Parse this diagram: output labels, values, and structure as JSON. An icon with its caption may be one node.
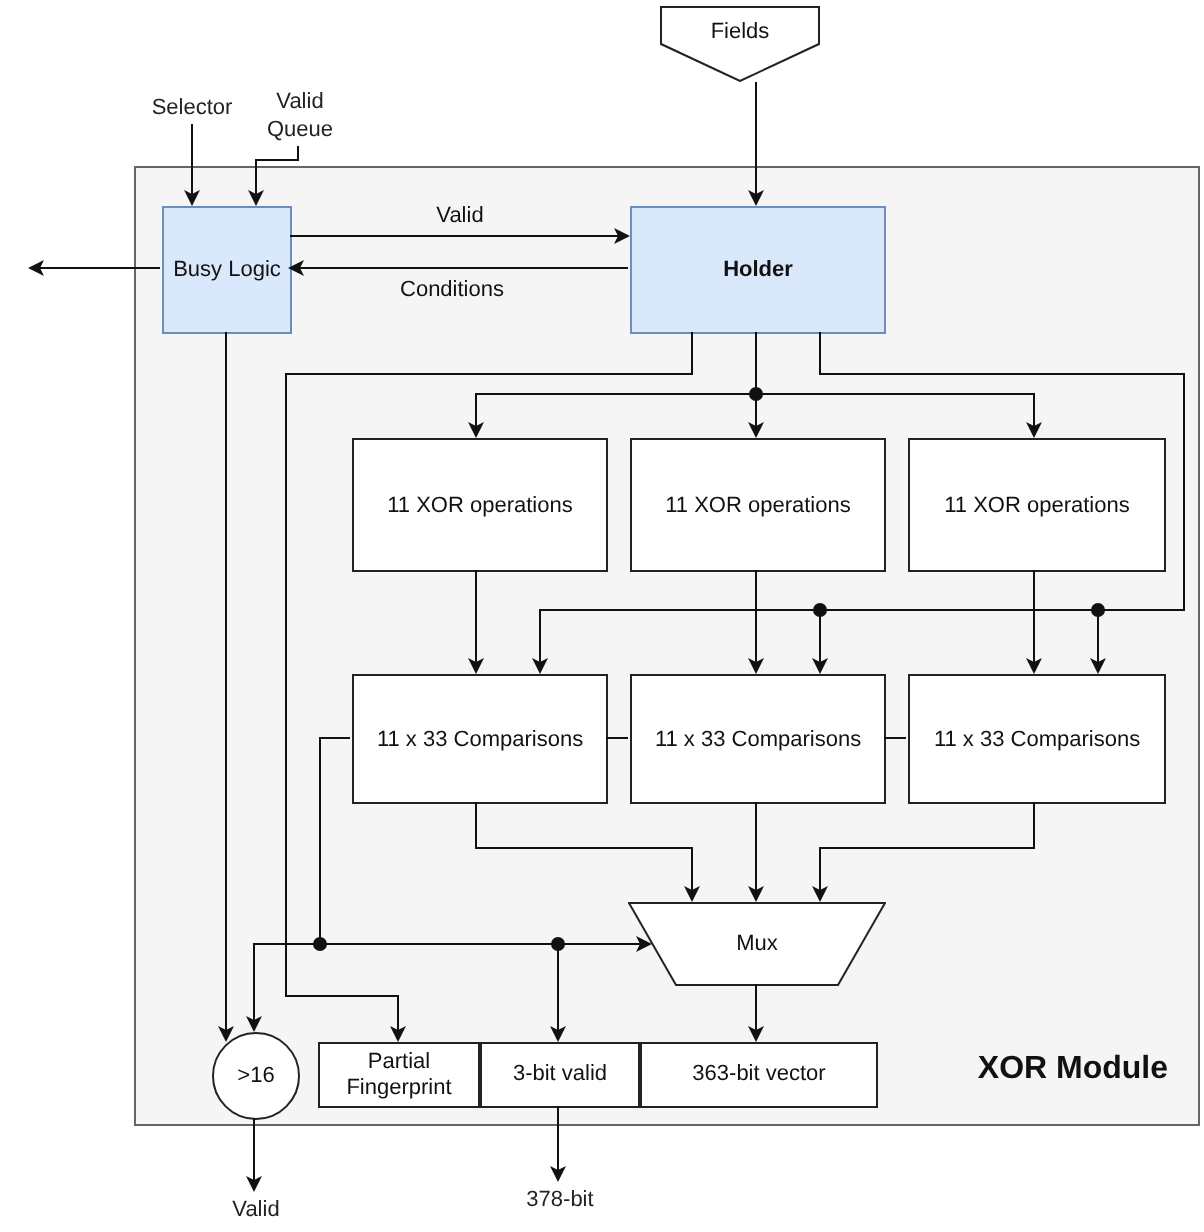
{
  "diagram": {
    "nodes": [
      {
        "text": [
          "Selector"
        ]
      },
      {
        "text": [
          "Valid Queue"
        ]
      },
      {
        "text": [
          "Fields"
        ]
      },
      {
        "text": [
          "XOR Module"
        ]
      },
      {
        "text": [
          "Busy Logic"
        ],
        "in": 3
      },
      {
        "text": [
          "Holder"
        ],
        "in": 3
      },
      {
        "text": [
          "11 XOR operations"
        ],
        "in": 3
      },
      {
        "text": [
          "11 XOR operations"
        ],
        "in": 3
      },
      {
        "text": [
          "11 XOR operations"
        ],
        "in": 3
      },
      {
        "text": [
          "11 x 33 Comparisons"
        ],
        "in": 3
      },
      {
        "text": [
          "11 x 33 Comparisons"
        ],
        "in": 3
      },
      {
        "text": [
          "11 x 33 Comparisons"
        ],
        "in": 3
      },
      {
        "text": [
          "Mux"
        ],
        "in": 3
      },
      {
        "text": [
          ">16"
        ],
        "in": 3
      },
      {
        "text": [
          "Partial Fingerprint"
        ],
        "in": 3
      },
      {
        "text": [
          "3-bit valid"
        ],
        "in": 3
      },
      {
        "text": [
          "363-bit vector"
        ],
        "in": 3
      },
      {
        "text": [
          "Valid"
        ]
      },
      {
        "text": [
          "378-bit"
        ]
      }
    ],
    "edges": [
      {
        "from": 0,
        "to": 4,
        "arrow": "to"
      },
      {
        "from": 1,
        "to": 4,
        "arrow": "to"
      },
      {
        "from": 4,
        "to": null,
        "arrow": "to"
      },
      {
        "from": 4,
        "to": 5,
        "arrow": "to",
        "label": "Valid"
      },
      {
        "from": 5,
        "to": 4,
        "arrow": "to",
        "label": "Conditions"
      },
      {
        "from": 2,
        "to": 5,
        "arrow": "to"
      },
      {
        "from": 5,
        "to": 6,
        "arrow": "to"
      },
      {
        "from": 5,
        "to": 7,
        "arrow": "to"
      },
      {
        "from": 5,
        "to": 8,
        "arrow": "to"
      },
      {
        "from": 5,
        "to": 14,
        "arrow": "to"
      },
      {
        "from": 5,
        "to": 9,
        "arrow": "to"
      },
      {
        "from": 5,
        "to": 10,
        "arrow": "to"
      },
      {
        "from": 5,
        "to": 11,
        "arrow": "to"
      },
      {
        "from": 6,
        "to": 9,
        "arrow": "to"
      },
      {
        "from": 7,
        "to": 10,
        "arrow": "to"
      },
      {
        "from": 8,
        "to": 11,
        "arrow": "to"
      },
      {
        "from": 9,
        "to": 10,
        "arrow": "none"
      },
      {
        "from": 10,
        "to": 11,
        "arrow": "none"
      },
      {
        "from": 9,
        "to": 12,
        "arrow": "to"
      },
      {
        "from": 10,
        "to": 12,
        "arrow": "to"
      },
      {
        "from": 11,
        "to": 12,
        "arrow": "to"
      },
      {
        "from": 9,
        "to": 13,
        "arrow": "to"
      },
      {
        "from": 9,
        "to": 15,
        "arrow": "to"
      },
      {
        "from": 9,
        "to": 12,
        "arrow": "to"
      },
      {
        "from": 4,
        "to": 13,
        "arrow": "to"
      },
      {
        "from": 13,
        "to": 17,
        "arrow": "to"
      },
      {
        "from": 15,
        "to": 18,
        "arrow": "to"
      },
      {
        "from": 12,
        "to": 16,
        "arrow": "to"
      }
    ]
  }
}
